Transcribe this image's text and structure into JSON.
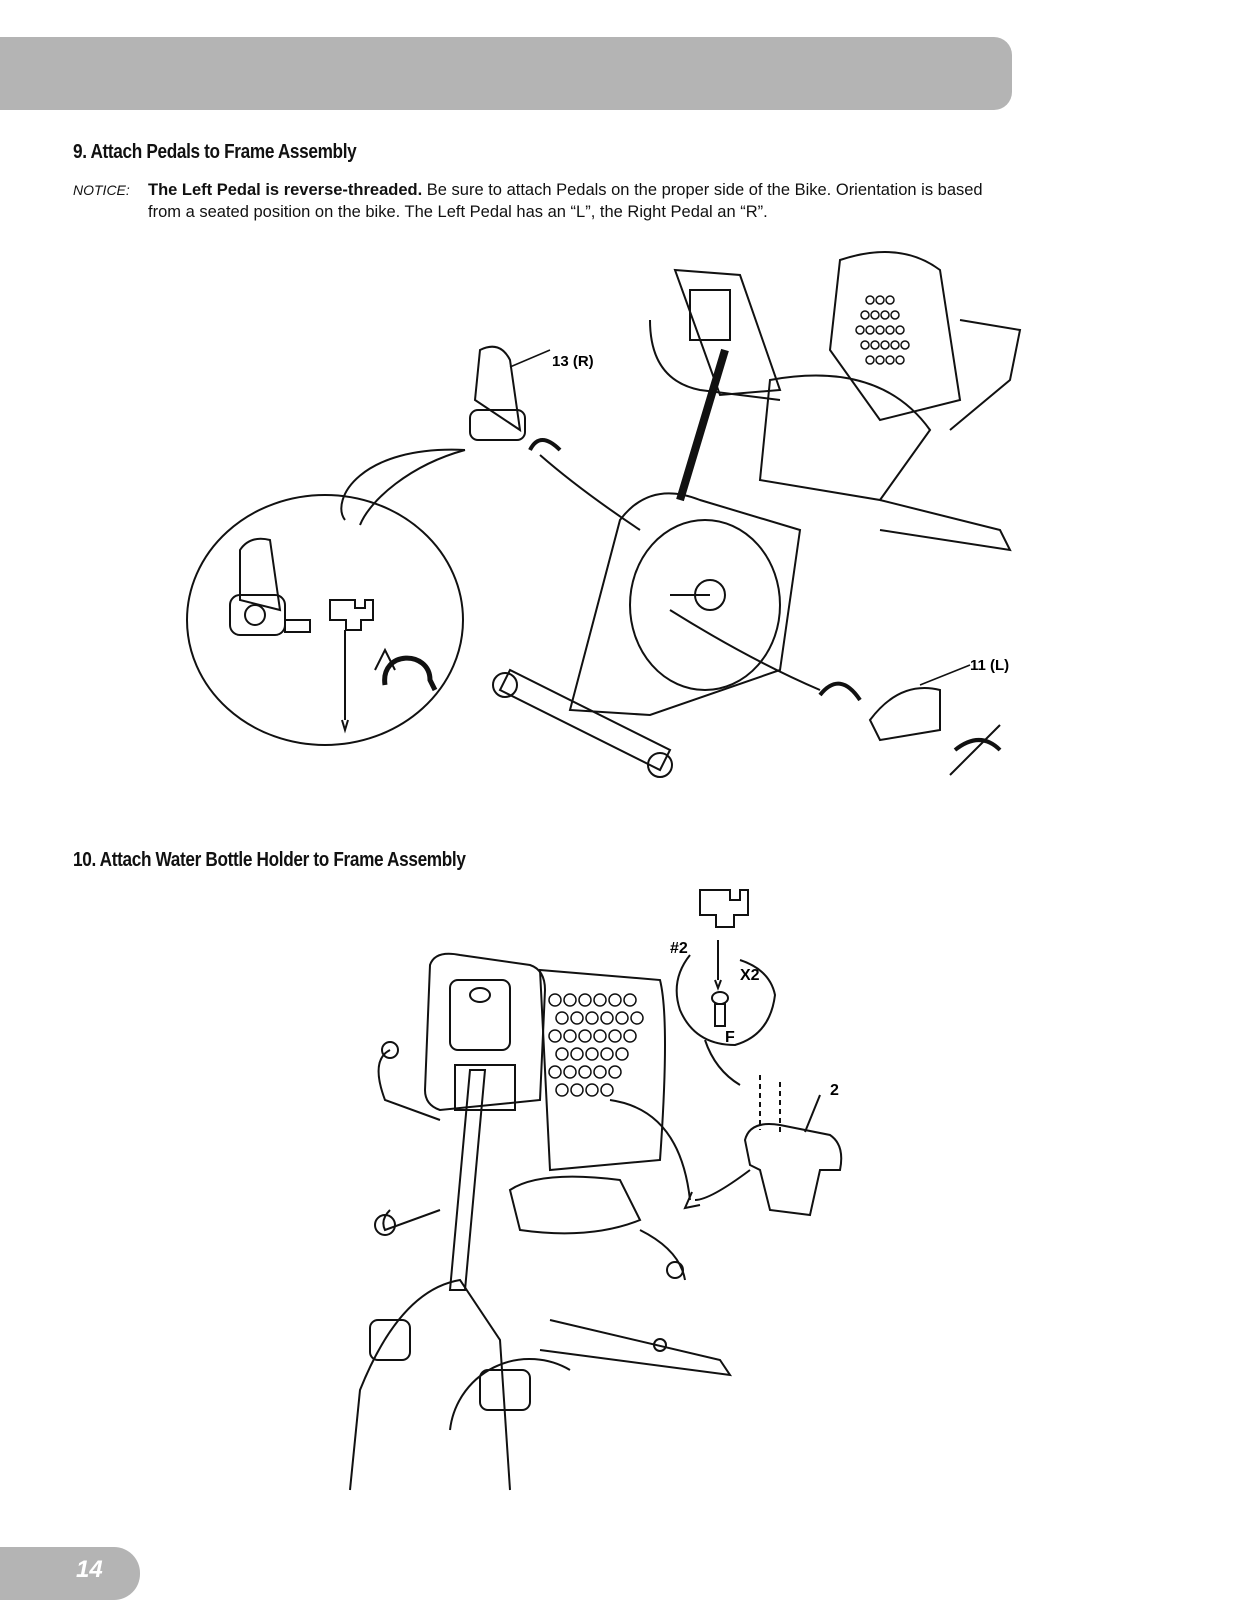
{
  "step9": {
    "title": "9.  Attach Pedals to Frame Assembly",
    "notice_label": "NOTICE:",
    "notice_bold": "The Left Pedal is reverse-threaded.",
    "notice_rest": " Be sure to attach Pedals on the proper side of the Bike. Orientation is based",
    "notice_line2": "from a seated position on the bike. The Left Pedal has an “L”, the Right Pedal an “R”.",
    "callout_right": "13 (R)",
    "callout_left": "11 (L)"
  },
  "step10": {
    "title": "10.  Attach Water Bottle Holder to Frame Assembly",
    "tool_label": "#2",
    "qty_label": "X2",
    "screw_label": "F",
    "part_label": "2"
  },
  "page_number": "14",
  "colors": {
    "band": "#b4b4b4",
    "ink": "#111111"
  }
}
